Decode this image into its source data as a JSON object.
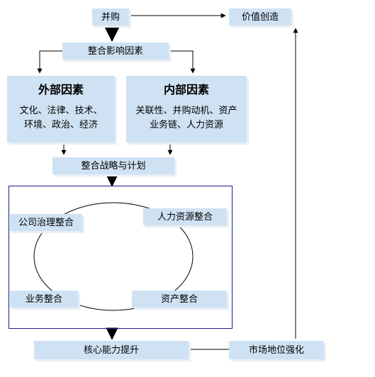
{
  "nodes": {
    "merger": "并购",
    "value_creation": "价值创造",
    "factors": "整合影响因素",
    "external": {
      "title": "外部因素",
      "line1": "文化、法律、技术、",
      "line2": "环境、政治、经济"
    },
    "internal": {
      "title": "内部因素",
      "line1": "关联性、并购动机、资产",
      "line2": "业务链、人力资源"
    },
    "strategy": "整合战略与计划",
    "governance": "公司治理整合",
    "hr": "人力资源整合",
    "business": "业务整合",
    "asset": "资产整合",
    "core": "核心能力提升",
    "market": "市场地位强化"
  },
  "colors": {
    "node_fill": "#cfe2f3",
    "frame_border": "#1c1c8c",
    "arrow": "#000000"
  }
}
